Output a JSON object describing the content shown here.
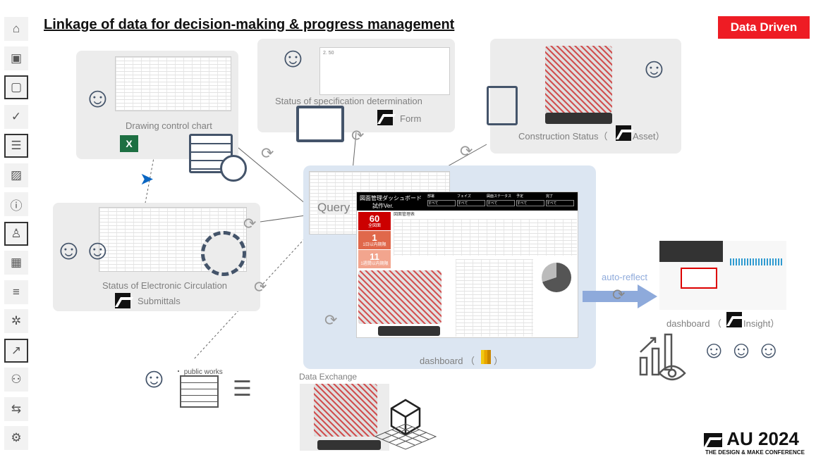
{
  "sidebar": {
    "items": [
      {
        "icon": "home-icon",
        "glyph": "⌂",
        "selected": false
      },
      {
        "icon": "sheets-icon",
        "glyph": "▣",
        "selected": false
      },
      {
        "icon": "document-icon",
        "glyph": "▢",
        "selected": true
      },
      {
        "icon": "check-circle-icon",
        "glyph": "✓",
        "selected": false
      },
      {
        "icon": "clipboard-icon",
        "glyph": "☰",
        "selected": true
      },
      {
        "icon": "photos-icon",
        "glyph": "▨",
        "selected": false
      },
      {
        "icon": "comment-icon",
        "glyph": "ⓘ",
        "selected": false
      },
      {
        "icon": "stamp-icon",
        "glyph": "♙",
        "selected": true
      },
      {
        "icon": "calendar-people-icon",
        "glyph": "▦",
        "selected": false
      },
      {
        "icon": "schedule-icon",
        "glyph": "≡",
        "selected": false
      },
      {
        "icon": "fan-icon",
        "glyph": "✲",
        "selected": false
      },
      {
        "icon": "report-icon",
        "glyph": "↗",
        "selected": true
      },
      {
        "icon": "members-icon",
        "glyph": "⚇",
        "selected": false
      },
      {
        "icon": "transfer-icon",
        "glyph": "⇆",
        "selected": false
      },
      {
        "icon": "settings-icon",
        "glyph": "⚙",
        "selected": false
      }
    ]
  },
  "title": "Linkage of data for decision-making & progress management",
  "badge": "Data Driven",
  "drawing": {
    "label": "Drawing control chart"
  },
  "spec": {
    "label": "Status of specification determination",
    "tool": "Form",
    "form_q": "2. 50"
  },
  "construction": {
    "label": "Construction Status（",
    "tool": "Asset）"
  },
  "circulation": {
    "label": "Status of Electronic Circulation",
    "tool": "Submittals"
  },
  "query": "Query",
  "dashboard": {
    "title": "図面管理ダッシュボード",
    "subtitle": "試作Ver.",
    "kpis": [
      "60",
      "1",
      "11"
    ],
    "kpi_labels": [
      "全図面",
      "1日以内期限",
      "1週間以内期限"
    ],
    "filters": [
      "部署",
      "フェイズ",
      "図面ステータス",
      "予定",
      "完了"
    ],
    "filter_value": "すべて",
    "table_title": "図面管理表",
    "label": "dashboard （",
    "label_end": "）"
  },
  "auto_reflect": "auto-reflect",
  "insight": {
    "label": "dashboard （",
    "tool": "Insight）"
  },
  "public_works": "・ public works",
  "data_exchange": "Data Exchange",
  "au": {
    "main": "AU 2024",
    "sub": "THE DESIGN & MAKE CONFERENCE"
  },
  "colors": {
    "accent_red": "#ee1c24",
    "panel": "#ececec",
    "dashboard_bg": "#dce6f2",
    "arrow": "#8eaadb"
  }
}
